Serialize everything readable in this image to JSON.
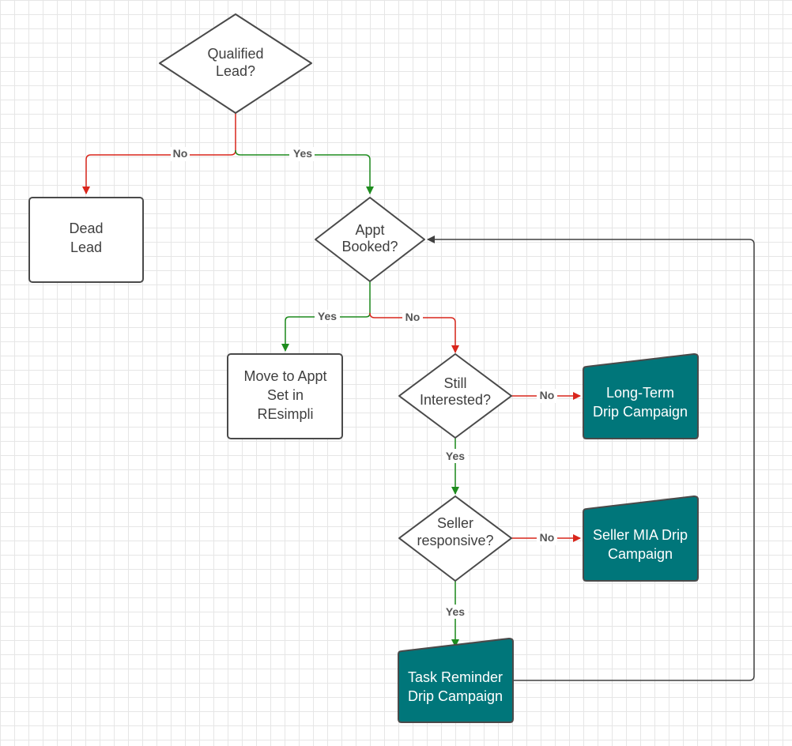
{
  "diagram": {
    "nodes": {
      "qualified_lead": {
        "line1": "Qualified",
        "line2": "Lead?"
      },
      "dead_lead": {
        "line1": "Dead",
        "line2": "Lead"
      },
      "appt_booked": {
        "line1": "Appt",
        "line2": "Booked?"
      },
      "move_to_appt": {
        "line1": "Move to Appt",
        "line2": "Set in",
        "line3": "REsimpli"
      },
      "still_interested": {
        "line1": "Still",
        "line2": "Interested?"
      },
      "long_term_drip": {
        "line1": "Long-Term",
        "line2": "Drip Campaign"
      },
      "seller_responsive": {
        "line1": "Seller",
        "line2": "responsive?"
      },
      "seller_mia_drip": {
        "line1": "Seller MIA Drip",
        "line2": "Campaign"
      },
      "task_reminder_drip": {
        "line1": "Task Reminder",
        "line2": "Drip Campaign"
      }
    },
    "edges": {
      "qualified_no": "No",
      "qualified_yes": "Yes",
      "appt_yes": "Yes",
      "appt_no": "No",
      "still_no": "No",
      "still_yes": "Yes",
      "seller_no": "No",
      "seller_yes": "Yes"
    },
    "colors": {
      "yes_edge": "#1e8c1e",
      "no_edge": "#d9261c",
      "loop_edge": "#404040",
      "action_fill": "#00767a",
      "node_stroke": "#4a4a4a"
    }
  }
}
